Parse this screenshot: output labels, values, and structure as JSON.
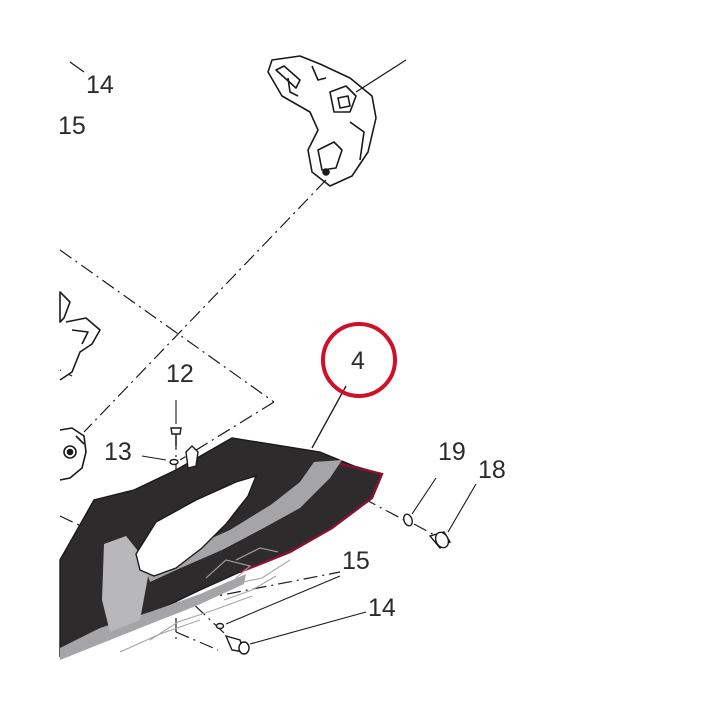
{
  "callouts": [
    {
      "id": "c14a",
      "text": "14"
    },
    {
      "id": "c15a",
      "text": "15"
    },
    {
      "id": "c12",
      "text": "12"
    },
    {
      "id": "c13",
      "text": "13"
    },
    {
      "id": "c4",
      "text": "4"
    },
    {
      "id": "c19",
      "text": "19"
    },
    {
      "id": "c18",
      "text": "18"
    },
    {
      "id": "c15b",
      "text": "15"
    },
    {
      "id": "c14b",
      "text": "14"
    }
  ],
  "highlight": {
    "part": "4",
    "ring_color": "#d0102a"
  },
  "colors": {
    "panel_dark": "#2e2b2c",
    "stripe_gray": "#a5a5a7",
    "line": "#1a1a1a",
    "trim_red": "#8a1230"
  }
}
